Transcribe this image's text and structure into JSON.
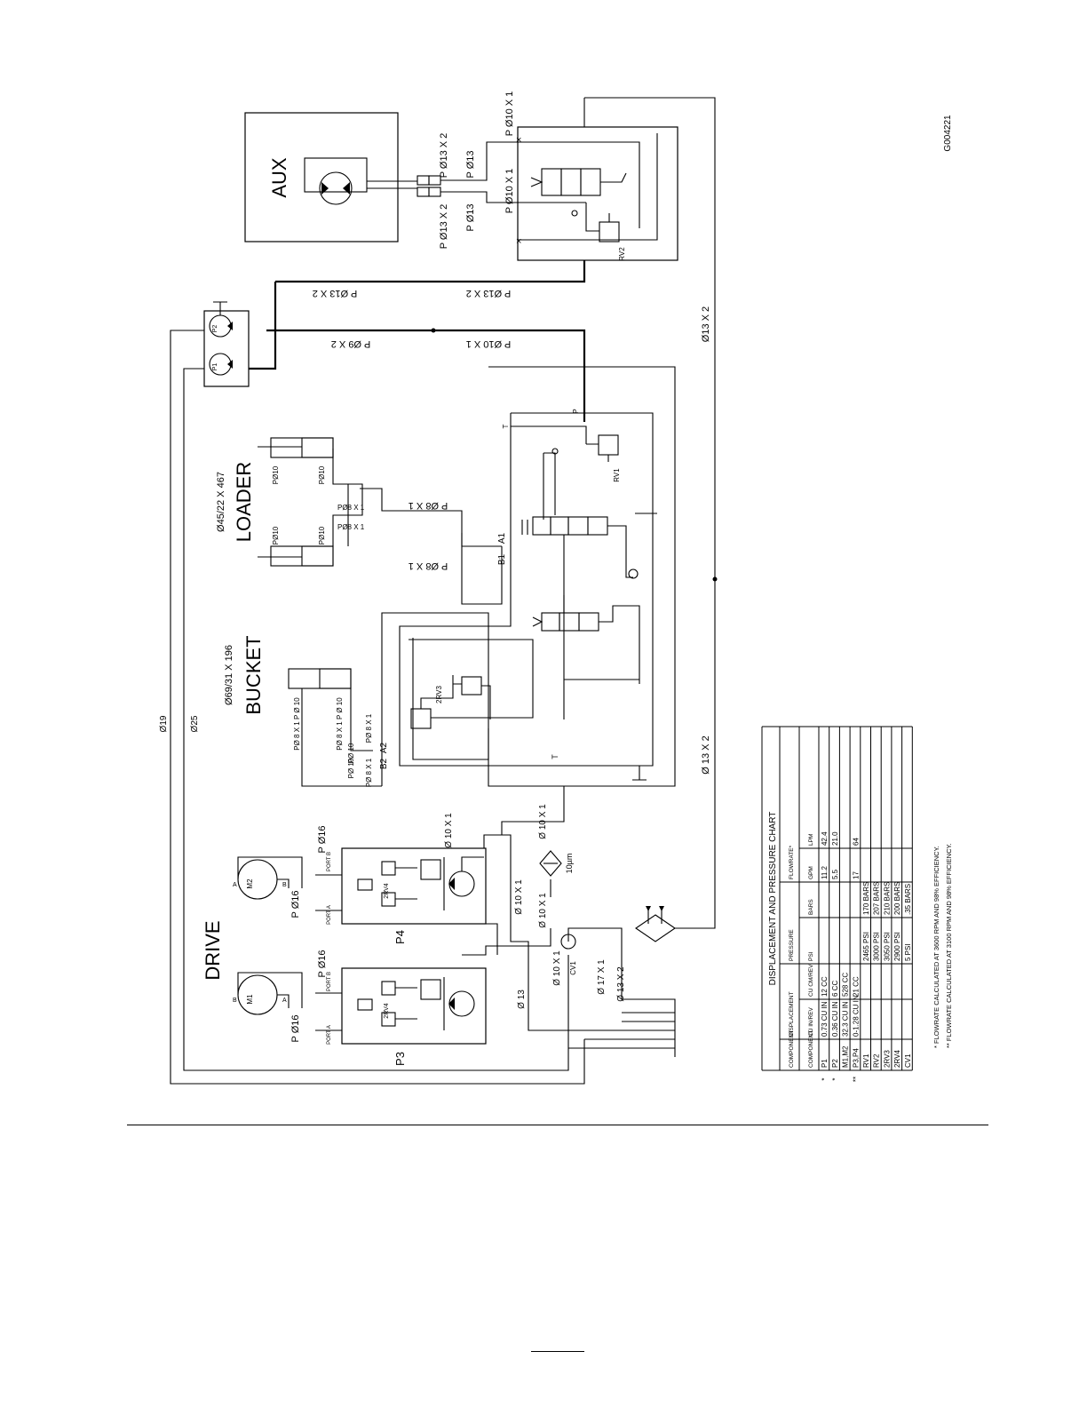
{
  "figure_id": "G004221",
  "groups": {
    "aux": "AUX",
    "loader": "LOADER",
    "bucket": "BUCKET",
    "drive": "DRIVE"
  },
  "cylinders": {
    "loader_size": "Ø45/22 X 467",
    "bucket_size": "Ø69/31 X 196"
  },
  "components": {
    "pump1": "P1",
    "pump2": "P2",
    "pump3": "P3",
    "pump4": "P4",
    "motor1": "M1",
    "motor2": "M2",
    "rv1": "RV1",
    "rv2": "RV2",
    "rv3": "2RV3",
    "rv4a": "2RV4",
    "rv4b": "2RV4",
    "cv1": "CV1",
    "filter_micron": "10µm",
    "port_a1": "A1",
    "port_b1": "B1",
    "port_a2": "A2",
    "port_b2": "B2",
    "port_t1": "T",
    "port_t2": "T",
    "port_p": "P",
    "motor_a": "A",
    "motor_b": "B",
    "drive_port_a": "PORT A",
    "drive_port_b": "PORT B"
  },
  "hoses": {
    "h_p13x2_a": "P Ø13 X 2",
    "h_p13_a": "P Ø13",
    "h_p10x1_a": "P Ø10 X 1",
    "h_p13x2_b": "P Ø13 X 2",
    "h_p13_b": "P Ø13",
    "h_p10x1_b": "P Ø10 X 1",
    "h_p013x2_l": "P Ø13 X 2",
    "h_p013x2_r": "P Ø13 X 2",
    "h_p09x2": "P Ø9 X 2",
    "h_p010x1": "P Ø10 X 1",
    "h_13x2_top": "Ø13 X 2",
    "h_13x2_bot": "Ø 13 X 2",
    "h_19": "Ø19",
    "h_25": "Ø25",
    "h_p8x1_top": "P Ø8 X 1",
    "h_p8x1_bot": "P Ø8 X 1",
    "h_loader_p010_1": "PØ10",
    "h_loader_p010_2": "PØ10",
    "h_loader_p010_3": "PØ10",
    "h_loader_p010_4": "PØ10",
    "h_loader_p8_1": "PØ8 X 1",
    "h_loader_p8_2": "PØ8 X 1",
    "h_bucket_1": "PØ 8 X 1 P Ø 10",
    "h_bucket_2": "PØ 8 X 1 P Ø 10",
    "h_bucket_3": "PØ 10",
    "h_bucket_4": "PØ 10",
    "h_bucket_5": "PØ 8 X 1",
    "h_bucket_6": "PØ 8 X 1",
    "h_drive_16_1": "P Ø16",
    "h_drive_16_2": "P Ø16",
    "h_drive_16_3": "P Ø16",
    "h_drive_16_4": "P Ø16",
    "h_10x1_1": "Ø 10 X 1",
    "h_10x1_2": "Ø 10 X 1",
    "h_10x1_3": "Ø 10 X 1",
    "h_10x1_4": "Ø 10 X 1",
    "h_10x1_5": "Ø 10 X 1",
    "h_13": "Ø 13",
    "h_17x1": "Ø 17 X 1",
    "h_13x2_cv": "Ø 13 X 2"
  },
  "chart": {
    "title": "DISPLACEMENT AND PRESSURE CHART",
    "groups": [
      "COMPONENT",
      "DISPLACEMENT",
      "PRESSURE",
      "FLOWRATE*"
    ],
    "headers": [
      "COMPONENT",
      "CU IN/REV",
      "CU CM/REV",
      "PSI",
      "BARS",
      "GPM",
      "LPM"
    ],
    "rows": [
      {
        "mark": "*",
        "cells": [
          "P1",
          "0.73 CU IN",
          "12 CC",
          "",
          "",
          "11.2",
          "42.4"
        ]
      },
      {
        "mark": "*",
        "cells": [
          "P2",
          "0.36 CU IN",
          "6 CC",
          "",
          "",
          "5.5",
          "21.0"
        ]
      },
      {
        "mark": "",
        "cells": [
          "M1,M2",
          "32.3 CU IN",
          "528 CC",
          "",
          "",
          "",
          ""
        ]
      },
      {
        "mark": "**",
        "cells": [
          "P3,P4",
          "0-1.28 CU IN",
          "21 CC",
          "",
          "",
          "17",
          "64"
        ]
      },
      {
        "mark": "",
        "cells": [
          "RV1",
          "",
          "",
          "2465 PSI",
          "170 BARS",
          "",
          ""
        ]
      },
      {
        "mark": "",
        "cells": [
          "RV2",
          "",
          "",
          "3000 PSI",
          "207 BARS",
          "",
          ""
        ]
      },
      {
        "mark": "",
        "cells": [
          "2RV3",
          "",
          "",
          "3050 PSI",
          "210 BARS",
          "",
          ""
        ]
      },
      {
        "mark": "",
        "cells": [
          "2RV4",
          "",
          "",
          "2900 PSI",
          "200 BARS",
          "",
          ""
        ]
      },
      {
        "mark": "",
        "cells": [
          "CV1",
          "",
          "",
          "5 PSI",
          ".35 BARS",
          "",
          ""
        ]
      }
    ],
    "footnotes": [
      "*  FLOWRATE CALCULATED AT 3600 RPM AND 98% EFFICIENCY.",
      "** FLOWRATE CALCULATED AT 3100 RPM AND 98% EFFICIENCY."
    ]
  }
}
